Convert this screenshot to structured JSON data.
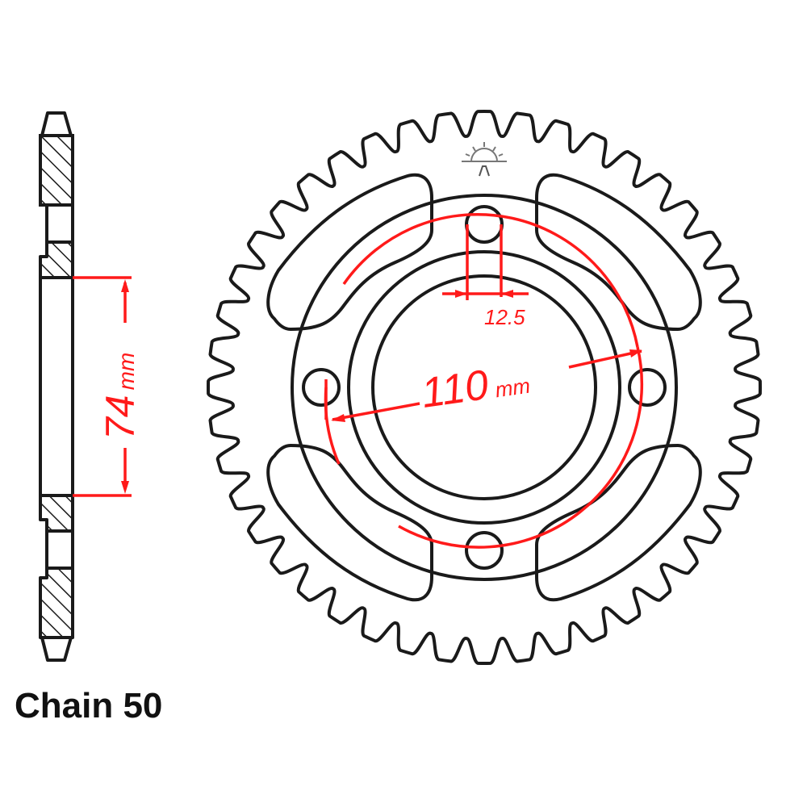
{
  "caption": "Chain 50",
  "dimensions": {
    "hub_bore": {
      "value": "74",
      "unit": "mm"
    },
    "pcd": {
      "value": "110",
      "unit": "mm"
    },
    "bolt_hole": {
      "value": "12.5"
    }
  },
  "sprocket": {
    "teeth": 44,
    "bolt_holes": 4,
    "lightening_cutouts": 4
  },
  "logo": "sun-logo-icon",
  "colors": {
    "outline": "#1a1a1a",
    "dimension": "#ff1a1a",
    "background": "#ffffff"
  }
}
